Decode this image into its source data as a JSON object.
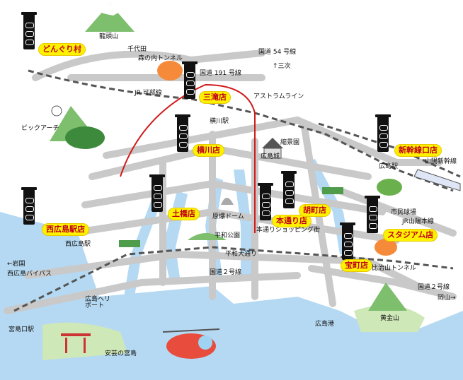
{
  "stores": [
    {
      "id": "donguri",
      "label": "どんぐり村"
    },
    {
      "id": "mitaki",
      "label": "三滝店"
    },
    {
      "id": "yokogawa",
      "label": "横川店"
    },
    {
      "id": "shinkansen-guchi",
      "label": "新幹線口店"
    },
    {
      "id": "dobashi",
      "label": "土橋店"
    },
    {
      "id": "nishihiroshima-eki",
      "label": "西広島駅店"
    },
    {
      "id": "hondori",
      "label": "本通り店"
    },
    {
      "id": "kurumimachi",
      "label": "胡町店"
    },
    {
      "id": "stadium",
      "label": "スタジアム店"
    },
    {
      "id": "takaramachi",
      "label": "宝町店"
    }
  ],
  "places": {
    "ryuzuzan": "龍頭山",
    "chiyoda": "千代田",
    "morinouchi_tunnel": "森の内トンネル",
    "route54": "国道 54 号線",
    "miyoshi": "↑三次",
    "route191": "国道 191 号線",
    "jr_kabe": "JR 可部線",
    "astram": "アストラムライン",
    "big_arch": "ビックアーチ",
    "yokogawa_eki": "横川駅",
    "shukkeien": "縮景園",
    "hiroshima_castle": "広島城",
    "hiroshima_eki": "広島駅",
    "sanyo_shinkansen": "山陽新幹線",
    "genbaku_dome": "原爆ドーム",
    "shimin_kyujo": "市民球場",
    "jr_sanyo": "JR山陽本線",
    "hondori_shopping": "本通りショッピング街",
    "peace_park": "平和公園",
    "nishihiroshima": "西広島駅",
    "heiwa_odori": "平和大通り",
    "iwakuni": "←岩国",
    "nishihiroshima_bypass": "西広島バイパス",
    "hijiyama_tunnel": "比治山トンネル",
    "route2_center": "国道２号線",
    "route2_east": "国道２号線",
    "okayama": "岡山→",
    "heliport": "広島ヘリ\nポート",
    "hiroshimaguchi": "宮島口駅",
    "ogonzan": "黄金山",
    "hiroshima_port": "広島港",
    "aki_no_miyajima": "安芸の宮島"
  },
  "colors": {
    "sea": "#b5d9f2",
    "land": "#ffffff",
    "road": "#c9c9c9",
    "rail": "#555555",
    "store_bg": "#fff200",
    "store_text": "#c0001a",
    "astram_line": "#d11b1b",
    "hill": "#7dbf6d"
  },
  "icons": [
    "mountain-icon",
    "tunnel-icon",
    "stadium-icon",
    "castle-icon",
    "shinkansen-icon",
    "tram-icon",
    "dome-icon",
    "torii-icon",
    "helicopter-icon",
    "store-banner-icon",
    "baseball-icon",
    "compass-icon"
  ]
}
